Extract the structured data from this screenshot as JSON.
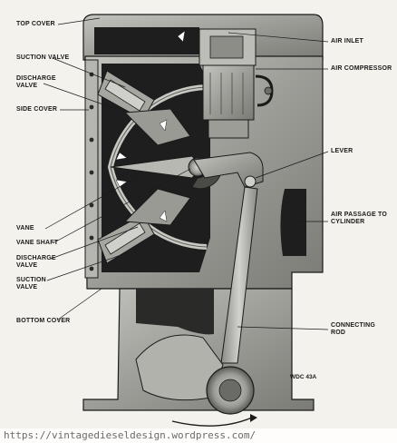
{
  "labels": {
    "top_cover": "TOP COVER",
    "suction_valve_top": "SUCTION VALVE",
    "discharge_valve_top_1": "DISCHARGE",
    "discharge_valve_top_2": "VALVE",
    "side_cover": "SIDE COVER",
    "vane": "VANE",
    "vane_shaft": "VANE SHAFT",
    "discharge_valve_bottom_1": "DISCHARGE",
    "discharge_valve_bottom_2": "VALVE",
    "suction_valve_bottom_1": "SUCTION",
    "suction_valve_bottom_2": "VALVE",
    "bottom_cover": "BOTTOM COVER",
    "air_inlet": "AIR INLET",
    "air_compressor": "AIR COMPRESSOR",
    "lever": "LEVER",
    "air_passage_1": "AIR PASSAGE TO",
    "air_passage_2": "CYLINDER",
    "connecting_rod_1": "CONNECTING",
    "connecting_rod_2": "ROD",
    "drawing_code": "WDC 43A"
  },
  "watermark": "https://vintagedieseldesign.wordpress.com/",
  "colors": {
    "background": "#f4f2ec",
    "casting": "#a9a9a4",
    "casting_dark": "#6d6d68",
    "cavity": "#1e1e1e",
    "lines": "#1a1a1a"
  }
}
